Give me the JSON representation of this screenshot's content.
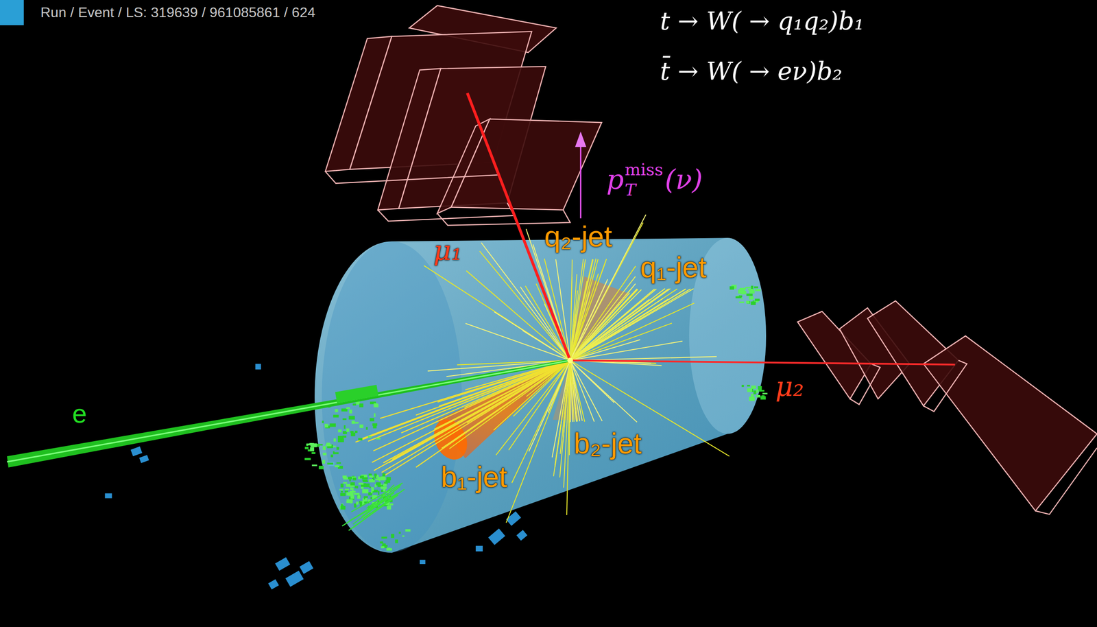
{
  "diagram": {
    "labels": [
      "Run / Event / LS: 319639 / 961085861 / 624",
      "t → W( → q₁q₂)b₁",
      "t̄ → W( → eν)b₂",
      "p",
      "T",
      "miss",
      "(ν)",
      "μ₁",
      "q₂-jet",
      "q₁-jet",
      "μ₂",
      "e",
      "b₂-jet",
      "b₁-jet"
    ]
  }
}
